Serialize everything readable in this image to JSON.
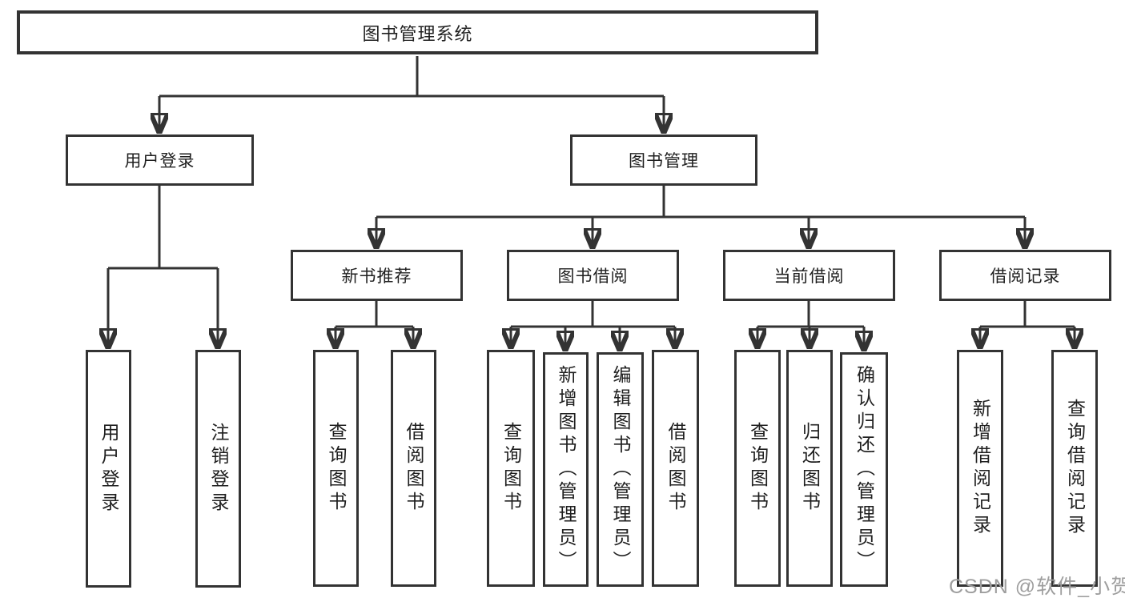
{
  "diagram": {
    "title_node": {
      "label": "图书管理系统"
    },
    "level2": {
      "user_login": {
        "label": "用户登录"
      },
      "book_management": {
        "label": "图书管理"
      }
    },
    "level3": {
      "new_book_recommend": {
        "label": "新书推荐"
      },
      "book_borrow": {
        "label": "图书借阅"
      },
      "current_borrow": {
        "label": "当前借阅"
      },
      "borrow_records": {
        "label": "借阅记录"
      }
    },
    "leaves": {
      "user_login": [
        "用户登录",
        "注销登录"
      ],
      "new_book_recommend": [
        "查询图书",
        "借阅图书"
      ],
      "book_borrow": [
        "查询图书",
        "新增图书（管理员）",
        "编辑图书（管理员）",
        "借阅图书"
      ],
      "current_borrow": [
        "查询图书",
        "归还图书",
        "确认归还（管理员）"
      ],
      "borrow_records": [
        "新增借阅记录",
        "查询借阅记录"
      ]
    }
  },
  "watermark": {
    "text": "CSDN @软件_小贺同学"
  },
  "colors": {
    "line": "#333333",
    "text": "#1f1f1f",
    "watermark": "#9e9e9e"
  }
}
